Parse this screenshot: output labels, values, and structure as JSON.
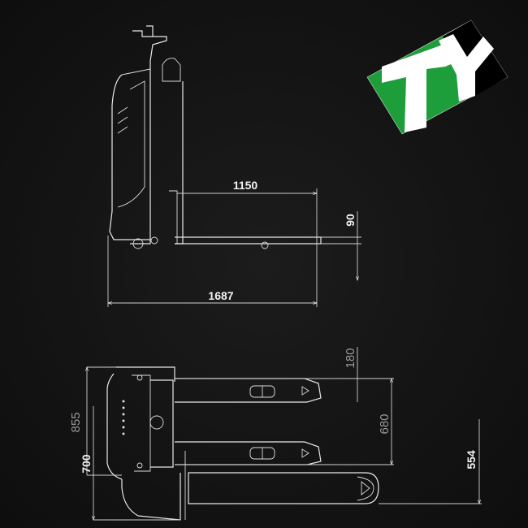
{
  "logo": {
    "text": "TY",
    "colors": {
      "green": "#1e9e3a",
      "white": "#ffffff",
      "black": "#000000"
    }
  },
  "side_view": {
    "dimensions": {
      "fork_length": "1150",
      "fork_height": "90",
      "overall_length": "1687"
    }
  },
  "top_view": {
    "dimensions": {
      "fork_width": "180",
      "outer_fork_spread": "680",
      "overall_width": "855",
      "body_width": "700",
      "support_arm_width": "554"
    }
  },
  "colors": {
    "background": "#121212",
    "lines": "#e8e8e8"
  }
}
